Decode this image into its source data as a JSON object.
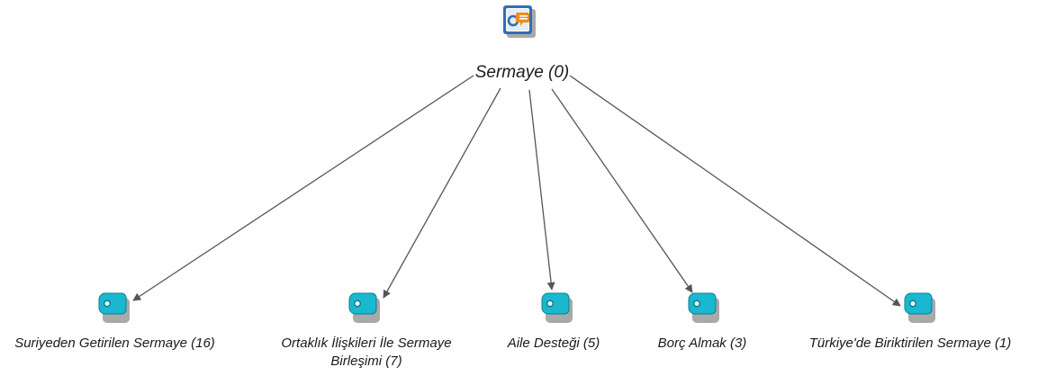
{
  "root": {
    "label": "Sermaye (0)",
    "icon": "memo-code-icon",
    "icon_colors": {
      "frame": "#2f6fb3",
      "panel": "#ffffff",
      "bubble": "#f08a1c",
      "shadow": "#a9a9a9"
    }
  },
  "children": [
    {
      "label": "Suriyeden Getirilen Sermaye (16)",
      "icon": "code-tag-icon"
    },
    {
      "label": "Ortaklık İlişkileri İle Sermaye Birleşimi (7)",
      "icon": "code-tag-icon"
    },
    {
      "label": "Aile Desteği (5)",
      "icon": "code-tag-icon"
    },
    {
      "label": "Borç Almak (3)",
      "icon": "code-tag-icon"
    },
    {
      "label": "Türkiye'de Biriktirilen Sermaye (1)",
      "icon": "code-tag-icon"
    }
  ],
  "colors": {
    "edge": "#555555",
    "code_fill": "#19b8cf",
    "code_dark": "#0d7f91",
    "code_shadow": "#a9a9a9"
  }
}
